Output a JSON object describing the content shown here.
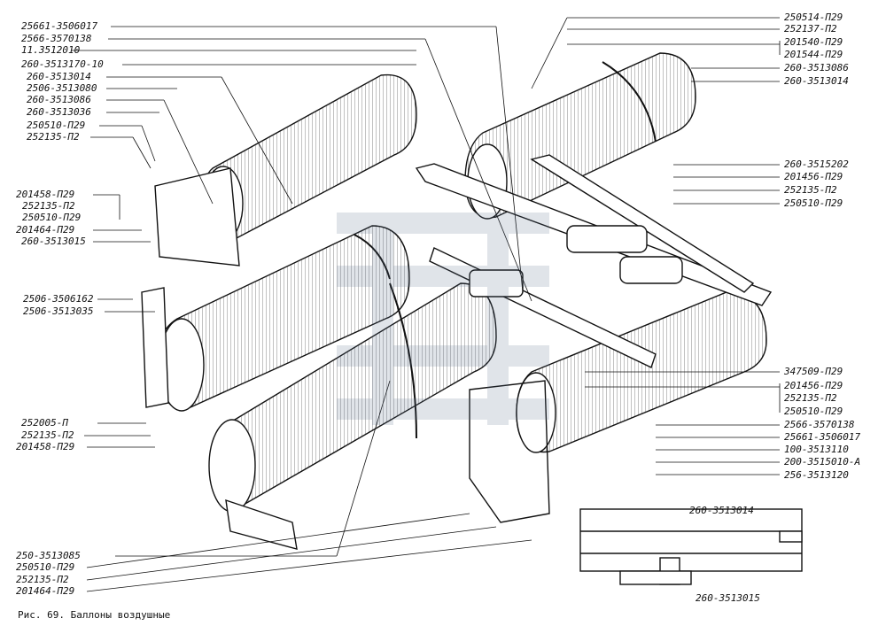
{
  "caption": "Рис. 69. Баллоны воздушные",
  "left_labels": [
    "25661-3506017",
    "2566-3570138",
    "11.3512010",
    "260-3513170-10",
    "260-3513014",
    "2506-3513080",
    "260-3513086",
    "260-3513036",
    "250510-П29",
    "252135-П2",
    "201458-П29",
    "252135-П2",
    "250510-П29",
    "201464-П29",
    "260-3513015",
    "2506-3506162",
    "2506-3513035",
    "252005-П",
    "252135-П2",
    "201458-П29",
    "250-3513085",
    "250510-П29",
    "252135-П2",
    "201464-П29"
  ],
  "right_top_labels": [
    "250514-П29",
    "252137-П2",
    "201540-П29",
    "201544-П29",
    "260-3513086",
    "260-3513014"
  ],
  "right_mid_labels": [
    "260-3515202",
    "201456-П29",
    "252135-П2",
    "250510-П29"
  ],
  "right_low_labels": [
    "347509-П29",
    "201456-П29",
    "252135-П2",
    "250510-П29",
    "2566-3570138",
    "25661-3506017",
    "100-3513110",
    "200-3515010-А",
    "256-3513120"
  ],
  "inset_labels": [
    "260-3513014",
    "260-3513015"
  ],
  "colors": {
    "ink": "#111111",
    "watermark": "#5a6f8c"
  }
}
